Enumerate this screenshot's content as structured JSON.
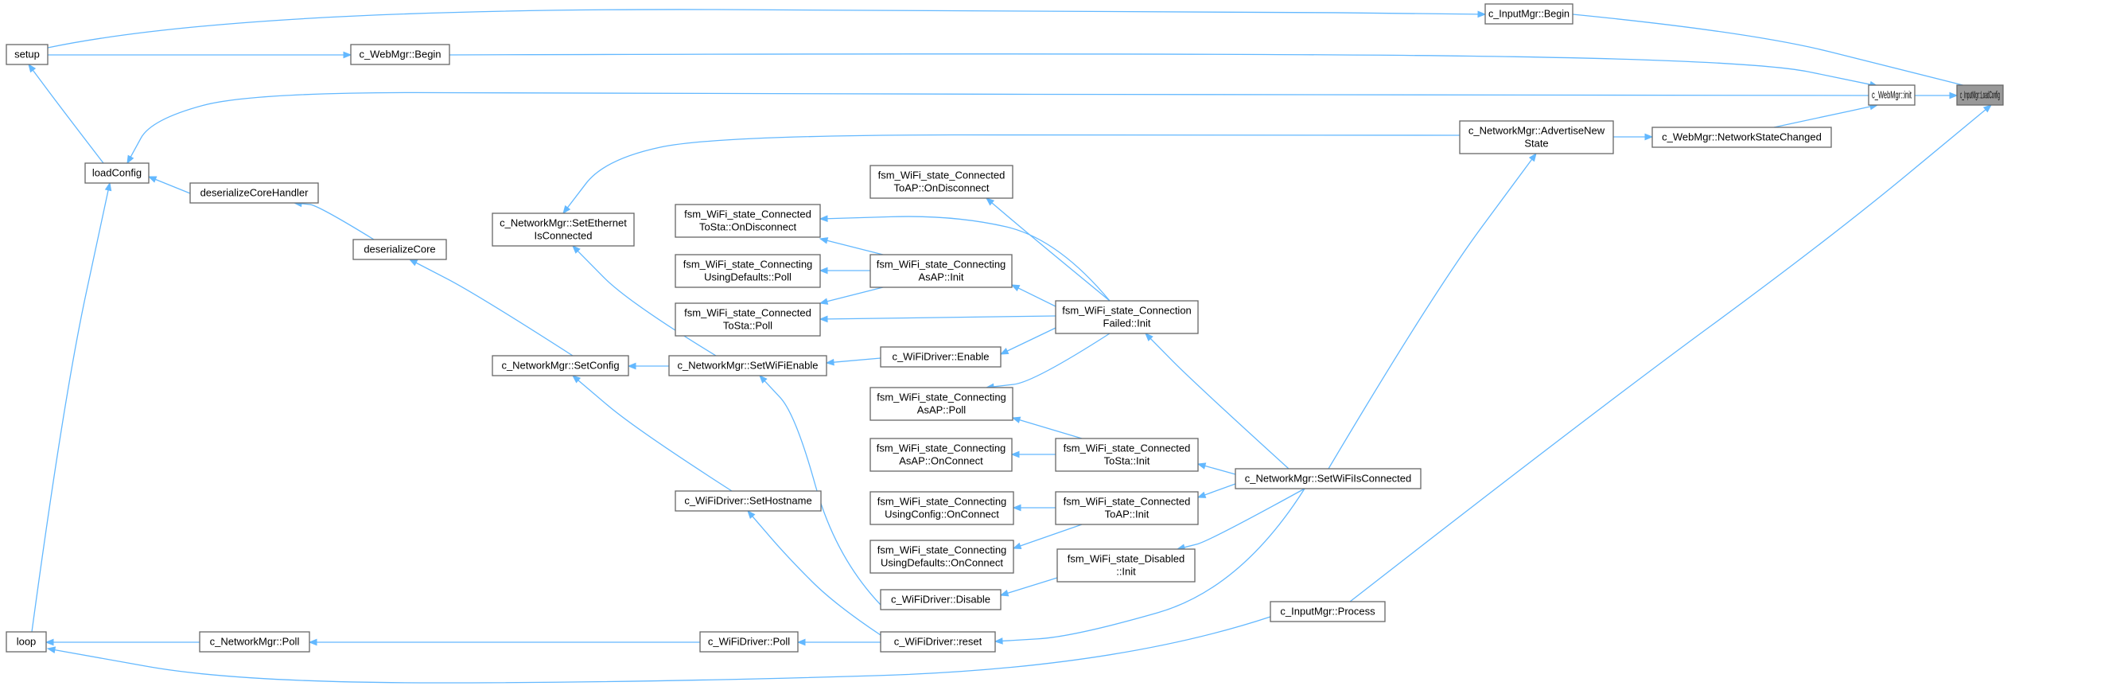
{
  "nodes": [
    {
      "id": "loadconfig_target",
      "lines": [
        "c_InputMgr::LoadConfig"
      ],
      "highlight": true
    },
    {
      "id": "inputmgr_begin",
      "lines": [
        "c_InputMgr::Begin"
      ]
    },
    {
      "id": "webmgr_init",
      "lines": [
        "c_WebMgr::init"
      ]
    },
    {
      "id": "inputmgr_process",
      "lines": [
        "c_InputMgr::Process"
      ]
    },
    {
      "id": "setup",
      "lines": [
        "setup"
      ]
    },
    {
      "id": "webmgr_begin",
      "lines": [
        "c_WebMgr::Begin"
      ]
    },
    {
      "id": "loadconfig",
      "lines": [
        "loadConfig"
      ]
    },
    {
      "id": "webmgr_netstate",
      "lines": [
        "c_WebMgr::NetworkStateChanged"
      ]
    },
    {
      "id": "nm_advertise",
      "lines": [
        "c_NetworkMgr::AdvertiseNew",
        "State"
      ]
    },
    {
      "id": "nm_setwifiisconnected",
      "lines": [
        "c_NetworkMgr::SetWiFiIsConnected"
      ]
    },
    {
      "id": "nm_setethernet",
      "lines": [
        "c_NetworkMgr::SetEthernet",
        "IsConnected"
      ]
    },
    {
      "id": "deserializecorehandler",
      "lines": [
        "deserializeCoreHandler"
      ]
    },
    {
      "id": "deserializecore",
      "lines": [
        "deserializeCore"
      ]
    },
    {
      "id": "nm_setconfig",
      "lines": [
        "c_NetworkMgr::SetConfig"
      ]
    },
    {
      "id": "nm_setwifienable",
      "lines": [
        "c_NetworkMgr::SetWiFiEnable"
      ]
    },
    {
      "id": "cf_init",
      "lines": [
        "fsm_WiFi_state_Connection",
        "Failed::Init"
      ]
    },
    {
      "id": "ctoap_ondisconnect",
      "lines": [
        "fsm_WiFi_state_Connected",
        "ToAP::OnDisconnect"
      ]
    },
    {
      "id": "ctosta_ondisconnect",
      "lines": [
        "fsm_WiFi_state_Connected",
        "ToSta::OnDisconnect"
      ]
    },
    {
      "id": "casap_init",
      "lines": [
        "fsm_WiFi_state_Connecting",
        "AsAP::Init"
      ]
    },
    {
      "id": "cudef_poll",
      "lines": [
        "fsm_WiFi_state_Connecting",
        "UsingDefaults::Poll"
      ]
    },
    {
      "id": "ctosta_poll",
      "lines": [
        "fsm_WiFi_state_Connected",
        "ToSta::Poll"
      ]
    },
    {
      "id": "wd_enable",
      "lines": [
        "c_WiFiDriver::Enable"
      ]
    },
    {
      "id": "casap_poll",
      "lines": [
        "fsm_WiFi_state_Connecting",
        "AsAP::Poll"
      ]
    },
    {
      "id": "casap_onconnect",
      "lines": [
        "fsm_WiFi_state_Connecting",
        "AsAP::OnConnect"
      ]
    },
    {
      "id": "ctosta_init",
      "lines": [
        "fsm_WiFi_state_Connected",
        "ToSta::Init"
      ]
    },
    {
      "id": "cucfg_onconnect",
      "lines": [
        "fsm_WiFi_state_Connecting",
        "UsingConfig::OnConnect"
      ]
    },
    {
      "id": "ctoap_init",
      "lines": [
        "fsm_WiFi_state_Connected",
        "ToAP::Init"
      ]
    },
    {
      "id": "cudef_onconnect",
      "lines": [
        "fsm_WiFi_state_Connecting",
        "UsingDefaults::OnConnect"
      ]
    },
    {
      "id": "disabled_init",
      "lines": [
        "fsm_WiFi_state_Disabled",
        "::Init"
      ]
    },
    {
      "id": "wd_sethostname",
      "lines": [
        "c_WiFiDriver::SetHostname"
      ]
    },
    {
      "id": "wd_disable",
      "lines": [
        "c_WiFiDriver::Disable"
      ]
    },
    {
      "id": "wd_reset",
      "lines": [
        "c_WiFiDriver::reset"
      ]
    },
    {
      "id": "wd_poll",
      "lines": [
        "c_WiFiDriver::Poll"
      ]
    },
    {
      "id": "nm_poll",
      "lines": [
        "c_NetworkMgr::Poll"
      ]
    },
    {
      "id": "loop",
      "lines": [
        "loop"
      ]
    }
  ],
  "edges": [
    {
      "from": "inputmgr_begin",
      "to": "loadconfig_target"
    },
    {
      "from": "webmgr_init",
      "to": "loadconfig_target"
    },
    {
      "from": "inputmgr_process",
      "to": "loadconfig_target"
    },
    {
      "from": "setup",
      "to": "inputmgr_begin"
    },
    {
      "from": "setup",
      "to": "webmgr_begin"
    },
    {
      "from": "webmgr_begin",
      "to": "webmgr_init"
    },
    {
      "from": "webmgr_init",
      "to": "loadconfig"
    },
    {
      "from": "webmgr_netstate",
      "to": "webmgr_init"
    },
    {
      "from": "nm_advertise",
      "to": "webmgr_netstate"
    },
    {
      "from": "nm_advertise",
      "to": "nm_setethernet"
    },
    {
      "from": "nm_setwifiisconnected",
      "to": "nm_advertise"
    },
    {
      "from": "loadconfig",
      "to": "setup"
    },
    {
      "from": "loadconfig",
      "to": "loop"
    },
    {
      "from": "deserializecorehandler",
      "to": "loadconfig"
    },
    {
      "from": "deserializecore",
      "to": "deserializecorehandler"
    },
    {
      "from": "nm_setconfig",
      "to": "deserializecore"
    },
    {
      "from": "nm_setwifienable",
      "to": "nm_setconfig"
    },
    {
      "from": "nm_setwifienable",
      "to": "nm_setethernet"
    },
    {
      "from": "wd_enable",
      "to": "nm_setwifienable"
    },
    {
      "from": "wd_disable",
      "to": "nm_setwifienable"
    },
    {
      "from": "cf_init",
      "to": "ctoap_ondisconnect"
    },
    {
      "from": "cf_init",
      "to": "ctosta_ondisconnect"
    },
    {
      "from": "cf_init",
      "to": "casap_init"
    },
    {
      "from": "cf_init",
      "to": "ctosta_poll"
    },
    {
      "from": "cf_init",
      "to": "wd_enable"
    },
    {
      "from": "cf_init",
      "to": "casap_poll"
    },
    {
      "from": "casap_init",
      "to": "ctosta_ondisconnect"
    },
    {
      "from": "casap_init",
      "to": "cudef_poll"
    },
    {
      "from": "casap_init",
      "to": "ctosta_poll"
    },
    {
      "from": "nm_setwifiisconnected",
      "to": "cf_init"
    },
    {
      "from": "ctosta_init",
      "to": "casap_poll"
    },
    {
      "from": "ctosta_init",
      "to": "casap_onconnect"
    },
    {
      "from": "nm_setwifiisconnected",
      "to": "ctosta_init"
    },
    {
      "from": "ctoap_init",
      "to": "cucfg_onconnect"
    },
    {
      "from": "ctoap_init",
      "to": "cudef_onconnect"
    },
    {
      "from": "nm_setwifiisconnected",
      "to": "ctoap_init"
    },
    {
      "from": "nm_setwifiisconnected",
      "to": "disabled_init"
    },
    {
      "from": "disabled_init",
      "to": "wd_disable"
    },
    {
      "from": "nm_setwifiisconnected",
      "to": "wd_reset"
    },
    {
      "from": "wd_sethostname",
      "to": "nm_setconfig"
    },
    {
      "from": "wd_reset",
      "to": "wd_sethostname"
    },
    {
      "from": "wd_reset",
      "to": "wd_poll"
    },
    {
      "from": "wd_poll",
      "to": "nm_poll"
    },
    {
      "from": "nm_poll",
      "to": "loop"
    },
    {
      "from": "inputmgr_process",
      "to": "loop"
    }
  ]
}
